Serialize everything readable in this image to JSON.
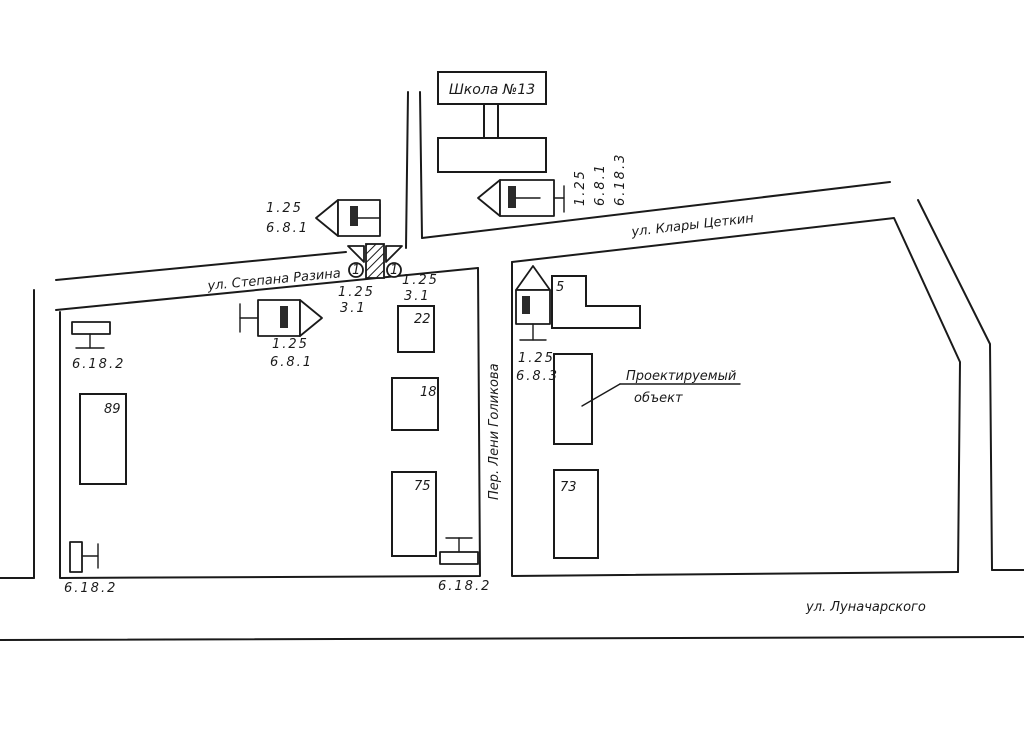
{
  "school": {
    "label": "Школа №13"
  },
  "streets": {
    "klary_tsetkin": "ул. Клары Цеткин",
    "stepana_razina": "ул. Степана Разина",
    "leni_golikova": "Пер. Лени Голикова",
    "lunacharskogo": "ул. Луначарского"
  },
  "buildings": {
    "b22": "22",
    "b18": "18",
    "b75": "75",
    "b89": "89",
    "b73": "73",
    "b5": "5"
  },
  "project": {
    "line1": "Проектируемый",
    "line2": "объект"
  },
  "signs": {
    "nw": {
      "code1": "1.25",
      "code2": "6.8.1"
    },
    "crossing_left": {
      "code1": "1.25",
      "code2": "3.1"
    },
    "crossing_right": {
      "code1": "1.25",
      "code2": "3.1"
    },
    "block_left": {
      "code1": "1.25",
      "code2": "6.8.1"
    },
    "ne": {
      "code1": "1.25",
      "code2": "6.8.1",
      "code3": "6.18.3"
    },
    "alley": {
      "code1": "1.25",
      "code2": "6.8.3"
    },
    "detour_top": {
      "code": "6.18.2"
    },
    "detour_bottom_left": {
      "code": "6.18.2"
    },
    "detour_bottom_right": {
      "code": "6.18.2"
    },
    "crossing_marker": "1"
  }
}
